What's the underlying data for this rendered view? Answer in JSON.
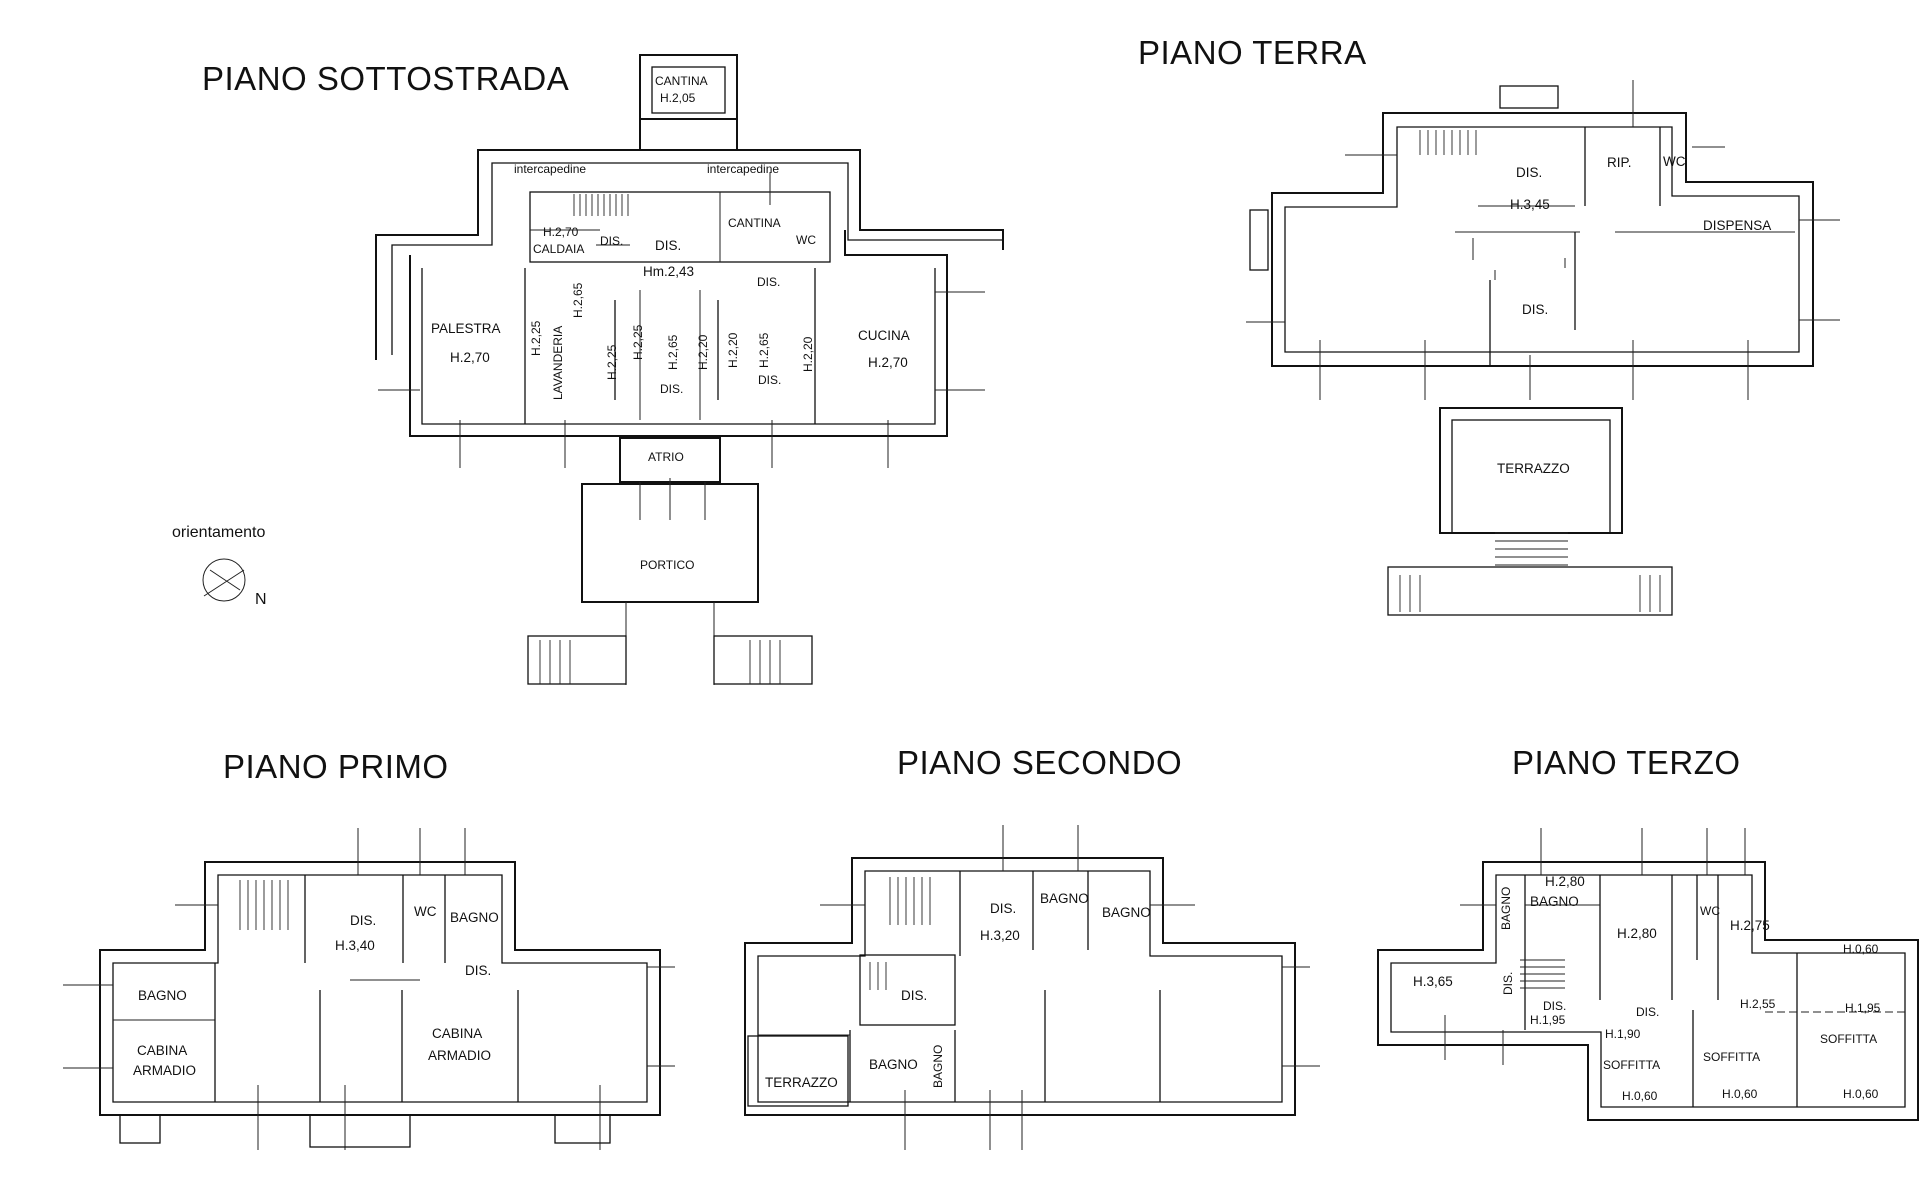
{
  "floors": {
    "sottostrada": {
      "title": "PIANO SOTTOSTRADA",
      "labels": [
        "CANTINA",
        "H.2,05",
        "intercapedine",
        "intercapedine",
        "H.2,70",
        "CALDAIA",
        "DIS.",
        "DIS.",
        "Hm.2,43",
        "CANTINA",
        "WC",
        "DIS.",
        "PALESTRA",
        "H.2,70",
        "H.2,25",
        "LAVANDERIA",
        "H.2,65",
        "H.2,25",
        "H.2,25",
        "H.2,65",
        "DIS.",
        "H.2,20",
        "H.2,20",
        "H.2,65",
        "DIS.",
        "H.2,20",
        "CUCINA",
        "H.2,70",
        "ATRIO",
        "PORTICO"
      ]
    },
    "terra": {
      "title": "PIANO TERRA",
      "labels": [
        "DIS.",
        "H.3,45",
        "RIP.",
        "WC",
        "DISPENSA",
        "DIS.",
        "TERRAZZO"
      ]
    },
    "primo": {
      "title": "PIANO PRIMO",
      "labels": [
        "DIS.",
        "H.3,40",
        "WC",
        "BAGNO",
        "DIS.",
        "BAGNO",
        "CABINA",
        "ARMADIO",
        "CABINA",
        "ARMADIO"
      ]
    },
    "secondo": {
      "title": "PIANO SECONDO",
      "labels": [
        "DIS.",
        "H.3,20",
        "BAGNO",
        "BAGNO",
        "DIS.",
        "TERRAZZO",
        "BAGNO",
        "BAGNO"
      ]
    },
    "terzo": {
      "title": "PIANO TERZO",
      "labels": [
        "BAGNO",
        "H.2,80",
        "BAGNO",
        "H.2,80",
        "WC",
        "H.2,75",
        "H.0,60",
        "H.3,65",
        "DIS.",
        "DIS.",
        "H.1,95",
        "DIS.",
        "H.1,90",
        "H.2,55",
        "H.1,95",
        "SOFFITTA",
        "SOFFITTA",
        "SOFFITTA",
        "H.0,60",
        "H.0,60",
        "H.0,60"
      ]
    }
  },
  "orientation": {
    "label": "orientamento",
    "north": "N"
  }
}
